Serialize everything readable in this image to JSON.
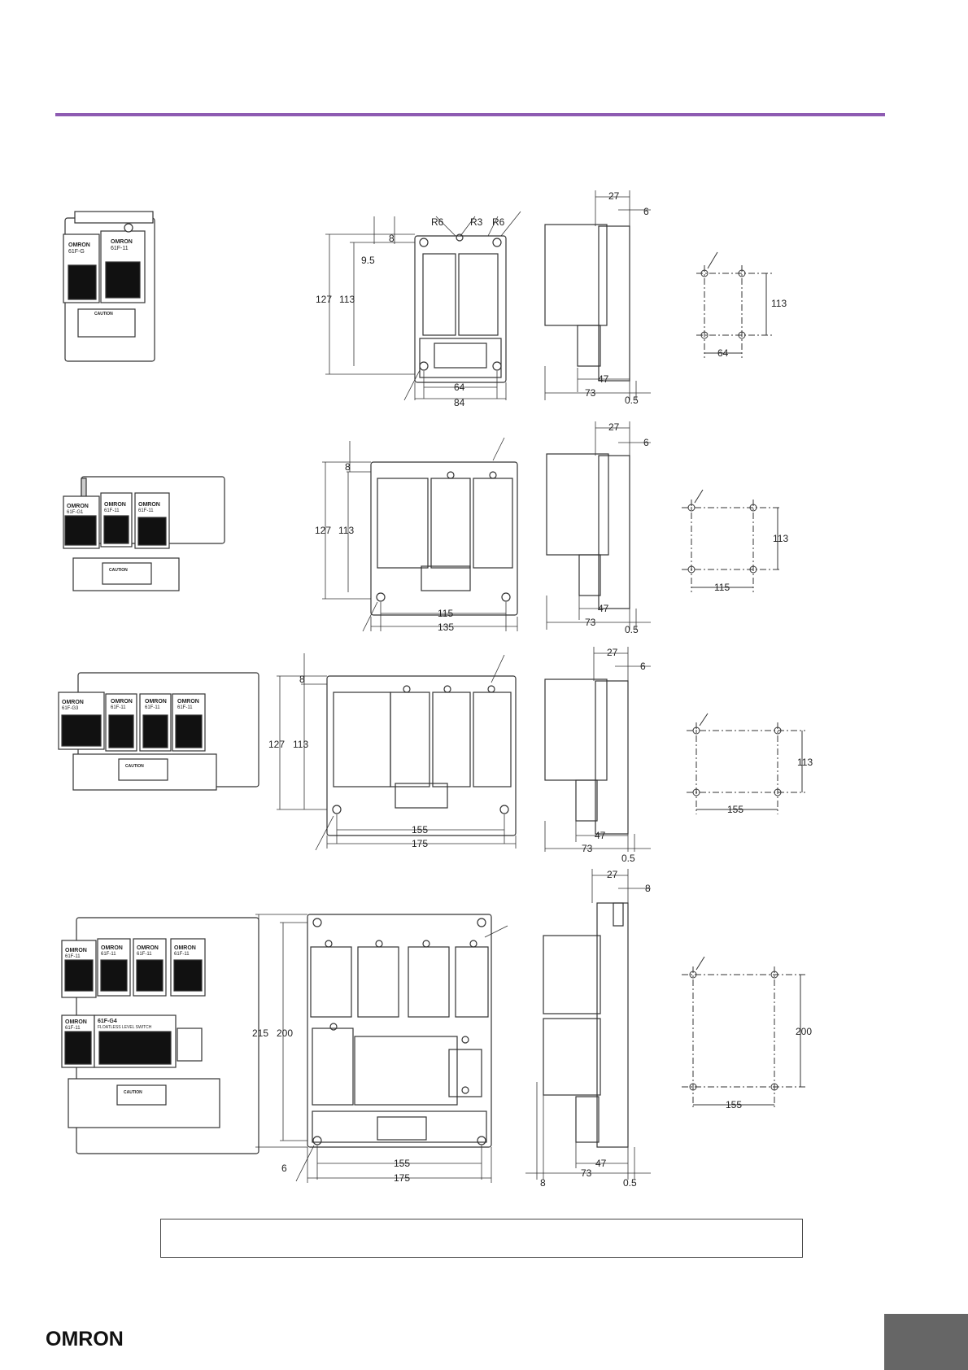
{
  "colors": {
    "rule": "#8e5bb2",
    "corner_tab": "#666666",
    "line": "#333333"
  },
  "footer": {
    "logo": "OMRON"
  },
  "rows": [
    {
      "product": {
        "brand": "OMRON",
        "models": [
          "61F-G",
          "61F-11"
        ],
        "caution": "CAUTION"
      },
      "front": {
        "height_total": "127",
        "height_inner": "113",
        "top_offset": "8",
        "top_offset_2": "9.5",
        "r1": "R6",
        "r2": "R3",
        "r3": "R6",
        "hole_span": "64",
        "width": "84"
      },
      "side": {
        "top": "27",
        "lip": "6",
        "depth_inner": "47",
        "depth": "73",
        "gap": "0.5"
      },
      "mount": {
        "height": "113",
        "width": "64"
      }
    },
    {
      "product": {
        "brand": "OMRON",
        "models": [
          "61F-G1",
          "61F-11",
          "61F-11"
        ],
        "caution": "CAUTION"
      },
      "front": {
        "height_total": "127",
        "height_inner": "113",
        "top_offset": "8",
        "hole_span": "115",
        "width": "135"
      },
      "side": {
        "top": "27",
        "lip": "6",
        "depth_inner": "47",
        "depth": "73",
        "gap": "0.5"
      },
      "mount": {
        "height": "113",
        "width": "115"
      }
    },
    {
      "product": {
        "brand": "OMRON",
        "models": [
          "61F-G3",
          "61F-11",
          "61F-11",
          "61F-11"
        ],
        "caution": "CAUTION"
      },
      "front": {
        "height_total": "127",
        "height_inner": "113",
        "top_offset": "8",
        "hole_span": "155",
        "width": "175"
      },
      "side": {
        "top": "27",
        "lip": "6",
        "depth_inner": "47",
        "depth": "73",
        "gap": "0.5"
      },
      "mount": {
        "height": "113",
        "width": "155"
      }
    },
    {
      "product": {
        "brand": "OMRON",
        "models": [
          "61F-11",
          "61F-11",
          "61F-11",
          "61F-11",
          "61F-11",
          "61F-G4"
        ],
        "sub": "FLOATLESS LEVEL SWITCH",
        "caution": "CAUTION"
      },
      "front": {
        "height_total": "215",
        "height_inner": "200",
        "bottom_offset": "6",
        "hole_span": "155",
        "width": "175"
      },
      "side": {
        "top": "27",
        "lip": "8",
        "left": "8",
        "depth_inner": "47",
        "depth": "73",
        "gap": "0.5"
      },
      "mount": {
        "height": "200",
        "width": "155"
      }
    }
  ]
}
